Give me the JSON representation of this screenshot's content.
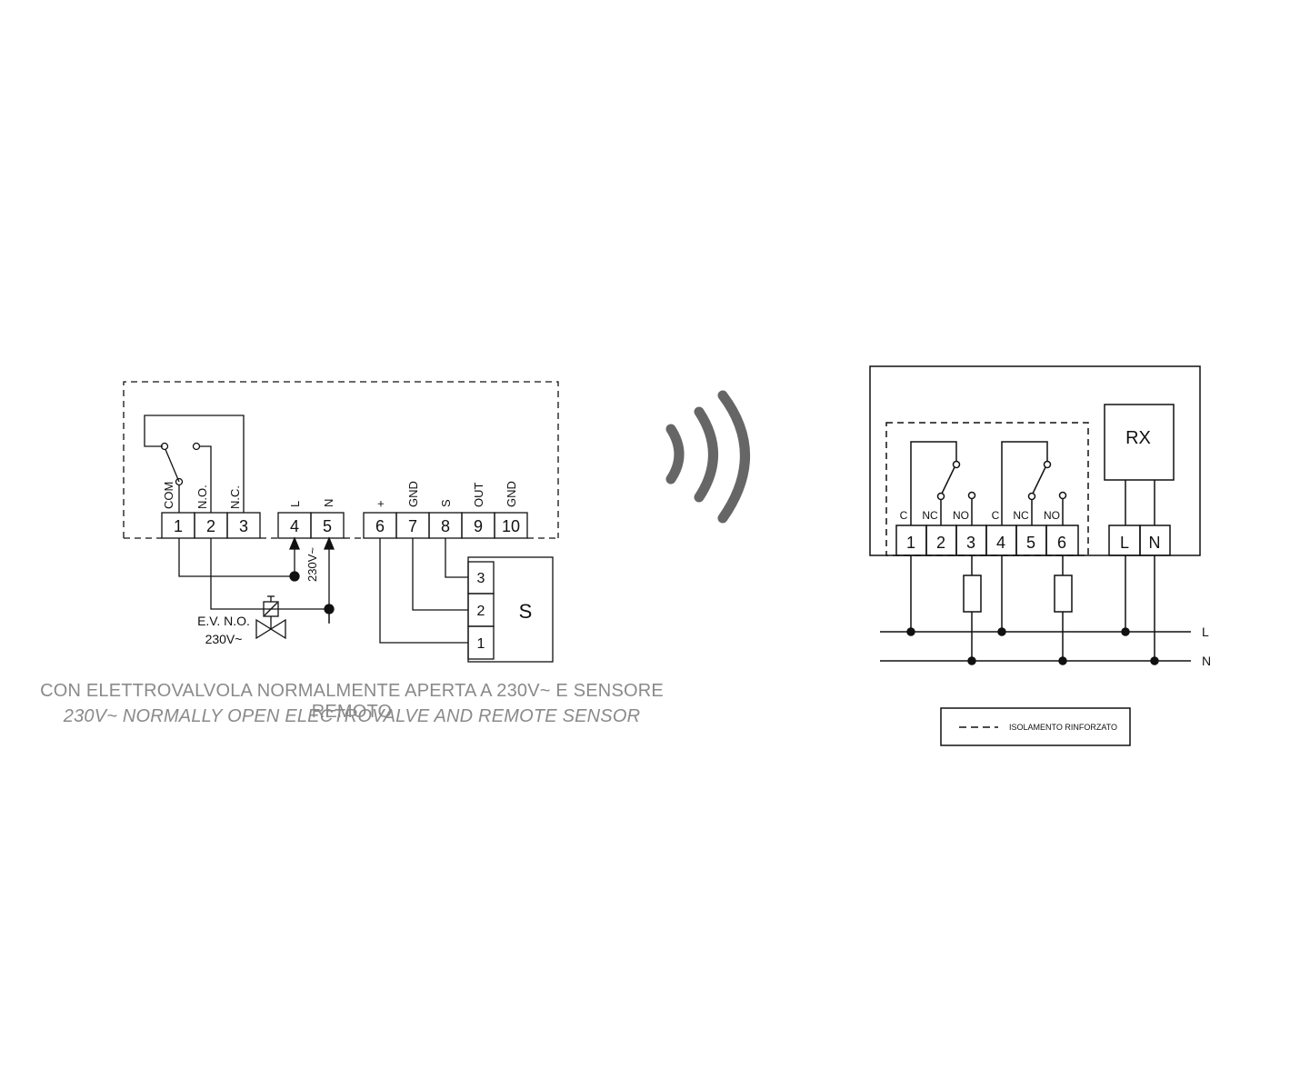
{
  "left_diagram": {
    "terminals": [
      {
        "num": "1",
        "label": "COM"
      },
      {
        "num": "2",
        "label": "N.O."
      },
      {
        "num": "3",
        "label": "N.C."
      },
      {
        "num": "4",
        "label": "L"
      },
      {
        "num": "5",
        "label": "N"
      },
      {
        "num": "6",
        "label": "+"
      },
      {
        "num": "7",
        "label": "GND"
      },
      {
        "num": "8",
        "label": "S"
      },
      {
        "num": "9",
        "label": "OUT"
      },
      {
        "num": "10",
        "label": "GND"
      }
    ],
    "supply_label": "230V~",
    "valve_label_line1": "E.V. N.O.",
    "valve_label_line2": "230V~",
    "sensor_label": "S",
    "sensor_pins": [
      "3",
      "2",
      "1"
    ]
  },
  "caption": {
    "line1": "CON ELETTROVALVOLA NORMALMENTE APERTA A 230V~ E SENSORE REMOTO",
    "line2": "230V~ NORMALLY OPEN ELECTROVALVE AND REMOTE SENSOR"
  },
  "right_diagram": {
    "rx_label": "RX",
    "contact_labels": [
      "C",
      "NC",
      "NO",
      "C",
      "NC",
      "NO"
    ],
    "terminals": [
      "1",
      "2",
      "3",
      "4",
      "5",
      "6"
    ],
    "power_terminals": [
      "L",
      "N"
    ],
    "bus_labels": [
      "L",
      "N"
    ],
    "legend_text": "ISOLAMENTO RINFORZATO"
  },
  "colors": {
    "line": "#111111",
    "wireless_icon": "#666666",
    "caption": "#8a8a8a"
  },
  "icons": [
    "wireless-signal-icon",
    "solenoid-valve-icon",
    "resistor-load-icon"
  ]
}
